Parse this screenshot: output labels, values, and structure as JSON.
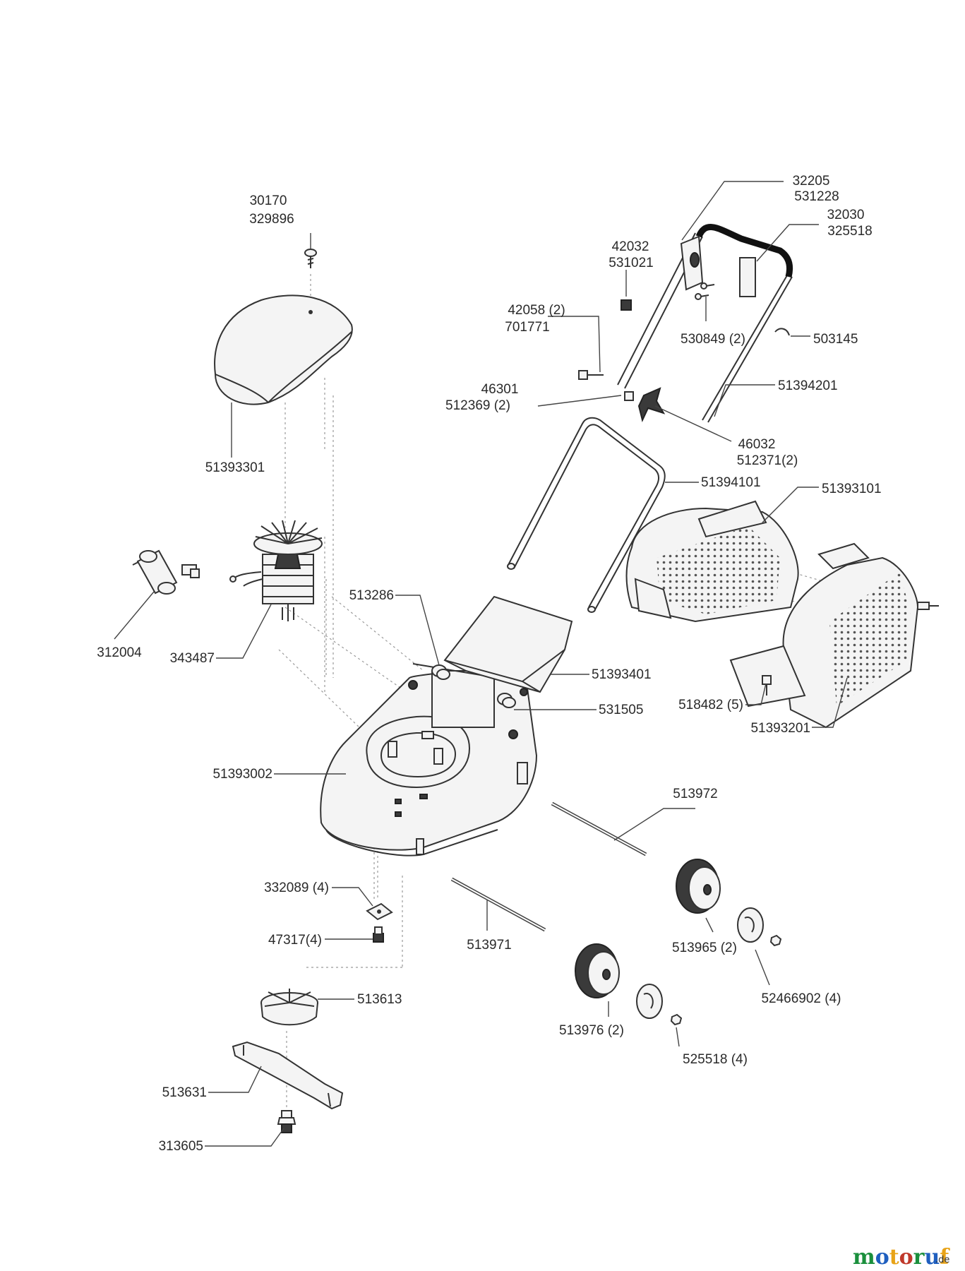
{
  "labels": {
    "p30170": "30170",
    "p329896": "329896",
    "p51393301": "51393301",
    "p312004": "312004",
    "p343487": "343487",
    "p513286": "513286",
    "p51393002": "51393002",
    "p332089": "332089 (4)",
    "p47317": "47317(4)",
    "p513613": "513613",
    "p513631": "513631",
    "p313605": "313605",
    "p32205": "32205",
    "p531228": "531228",
    "p32030": "32030",
    "p325518": "325518",
    "p42032": "42032",
    "p531021": "531021",
    "p42058": "42058 (2)",
    "p701771": "701771",
    "p530849": "530849 (2)",
    "p503145": "503145",
    "p51394201": "51394201",
    "p46301": "46301",
    "p512369": "512369 (2)",
    "p46032": "46032",
    "p512371": "512371(2)",
    "p51394101": "51394101",
    "p51393101": "51393101",
    "p51393401": "51393401",
    "p531505": "531505",
    "p518482": "518482 (5)",
    "p51393201": "51393201",
    "p513972": "513972",
    "p513971": "513971",
    "p513965": "513965 (2)",
    "p52466902": "52466902 (4)",
    "p513976": "513976 (2)",
    "p525518": "525518 (4)"
  },
  "watermark": {
    "brand": "motoruf",
    "suffix": ".de",
    "colors": [
      "#1a8f3c",
      "#1f5fbf",
      "#e8a317",
      "#c0392b",
      "#1a8f3c",
      "#1f5fbf",
      "#e8a317"
    ]
  }
}
